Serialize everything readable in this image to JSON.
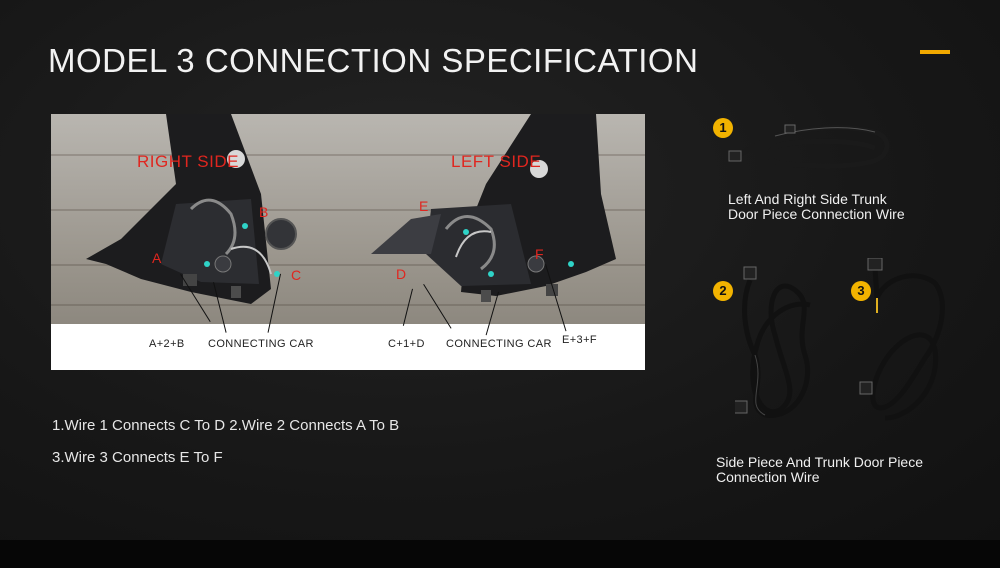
{
  "header": {
    "title": "MODEL 3 CONNECTION SPECIFICATION",
    "accent_color": "#f2a900"
  },
  "photo": {
    "right_side_label": "RIGHT SIDE",
    "left_side_label": "LEFT SIDE",
    "points": {
      "a": "A",
      "b": "B",
      "c": "C",
      "d": "D",
      "e": "E",
      "f": "F"
    },
    "captions": {
      "a2b": "A+2+B",
      "connecting_car_1": "CONNECTING CAR",
      "c1d": "C+1+D",
      "connecting_car_2": "CONNECTING CAR",
      "e3f": "E+3+F"
    },
    "label_color": "#e0261f"
  },
  "instructions": {
    "line1": "1.Wire 1 Connects C To D 2.Wire 2 Connects A To B",
    "line2": "3.Wire 3 Connects E To F"
  },
  "wires": {
    "badge1": "1",
    "badge2": "2",
    "badge3": "3",
    "caption1": [
      "Left And Right Side Trunk",
      "Door Piece Connection Wire"
    ],
    "caption2": [
      "Side Piece And Trunk Door Piece",
      "Connection Wire"
    ],
    "badge_color": "#f2b300"
  }
}
